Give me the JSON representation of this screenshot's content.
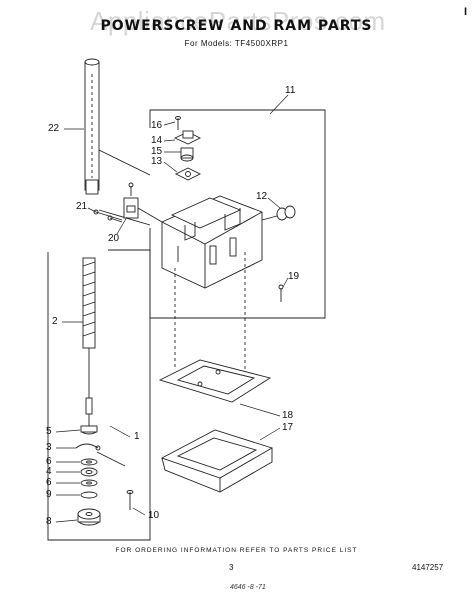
{
  "watermark": "AppliancePartsPros.com",
  "title": "POWERSCREW AND RAM PARTS",
  "models": "For Models: TF4500XRP1",
  "corner_mark": "I",
  "footer": "FOR ORDERING INFORMATION REFER TO PARTS PRICE LIST",
  "page_number": "3",
  "doc_number": "4147257",
  "scribble": "4646 -8 -71",
  "callouts": [
    "22",
    "11",
    "16",
    "14",
    "15",
    "13",
    "12",
    "21",
    "20",
    "19",
    "2",
    "18",
    "17",
    "1",
    "5",
    "3",
    "6",
    "4",
    "6",
    "9",
    "8",
    "10"
  ]
}
